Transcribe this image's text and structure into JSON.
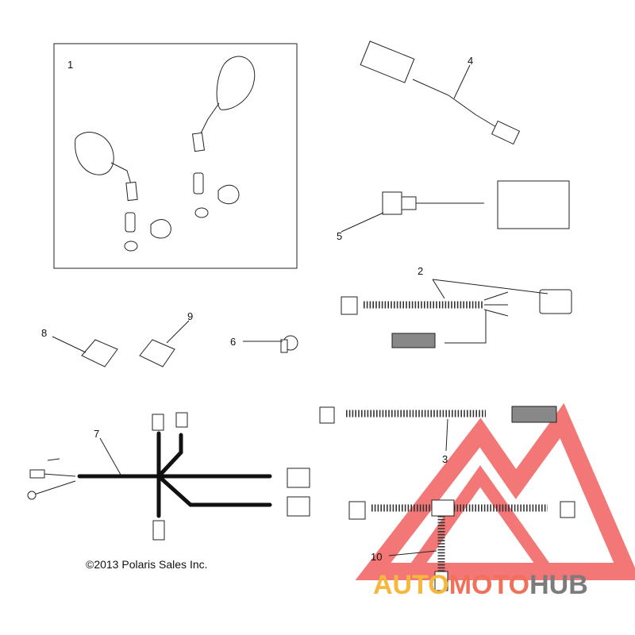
{
  "callouts": [
    "1",
    "2",
    "3",
    "4",
    "5",
    "6",
    "7",
    "8",
    "9",
    "10"
  ],
  "copyright": "©2013 Polaris Sales Inc.",
  "watermark": {
    "part1": "AUTO",
    "part2": "MOTO",
    "part3": "HUB",
    "colors": {
      "auto": "#f6b73a",
      "moto": "#f2705a",
      "hub": "#7b7b7b",
      "logo": "#ef4a4a"
    }
  }
}
